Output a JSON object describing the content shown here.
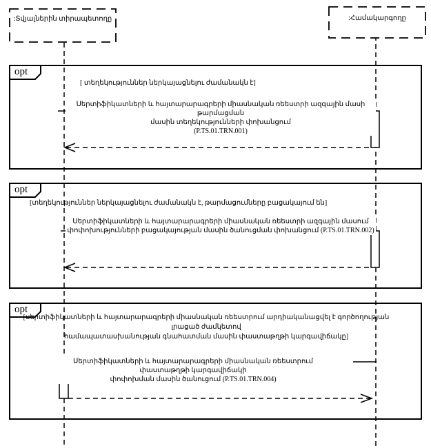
{
  "diagram": {
    "actors": {
      "left": ":Տվյալներին տիրապետողը",
      "right": ":Համակարգողը"
    },
    "fragments": [
      {
        "operator": "opt",
        "guard": "[ տեղեկություններ ներկայացնելու ժամանակն է]",
        "message": "Սերտիֆիկատների և հայտարարագրերի միասնական ռեեստրի ազգային մասի թարմացման\nմասին տեղեկությունների փոխանցում\n(P.TS.01.TRN.001)"
      },
      {
        "operator": "opt",
        "guard": "[տեղեկություններ ներկայացնելու ժամանակն է, թարմացումները բացակայում են]",
        "message": "Սերտիֆիկատների և հայտարարագրերի միասնական ռեեստրի ազգային մասում\nփոփոխությունների բացակայության մասին ծանուցման փոխանցում (P.TS.01.TRN.002)"
      },
      {
        "operator": "opt",
        "guard": "[սերտիֆիկատների և հայտարարագրերի միասնական ռեեստրում արդիականացվել է գործողության լրացած ժամկետով\nհամապատասխանության գնահատման մասին փաստաթղթի կարգավիճակը]",
        "message": "Սերտիֆիկատների և հայտարարագրերի միասնական ռեեստրում փաստաթղթի կարգավիճակի\nփոփոխման մասին ծանուցում (P.TS.01.TRN.004)"
      }
    ],
    "colors": {
      "stroke": "#000000",
      "background": "#ffffff"
    }
  }
}
